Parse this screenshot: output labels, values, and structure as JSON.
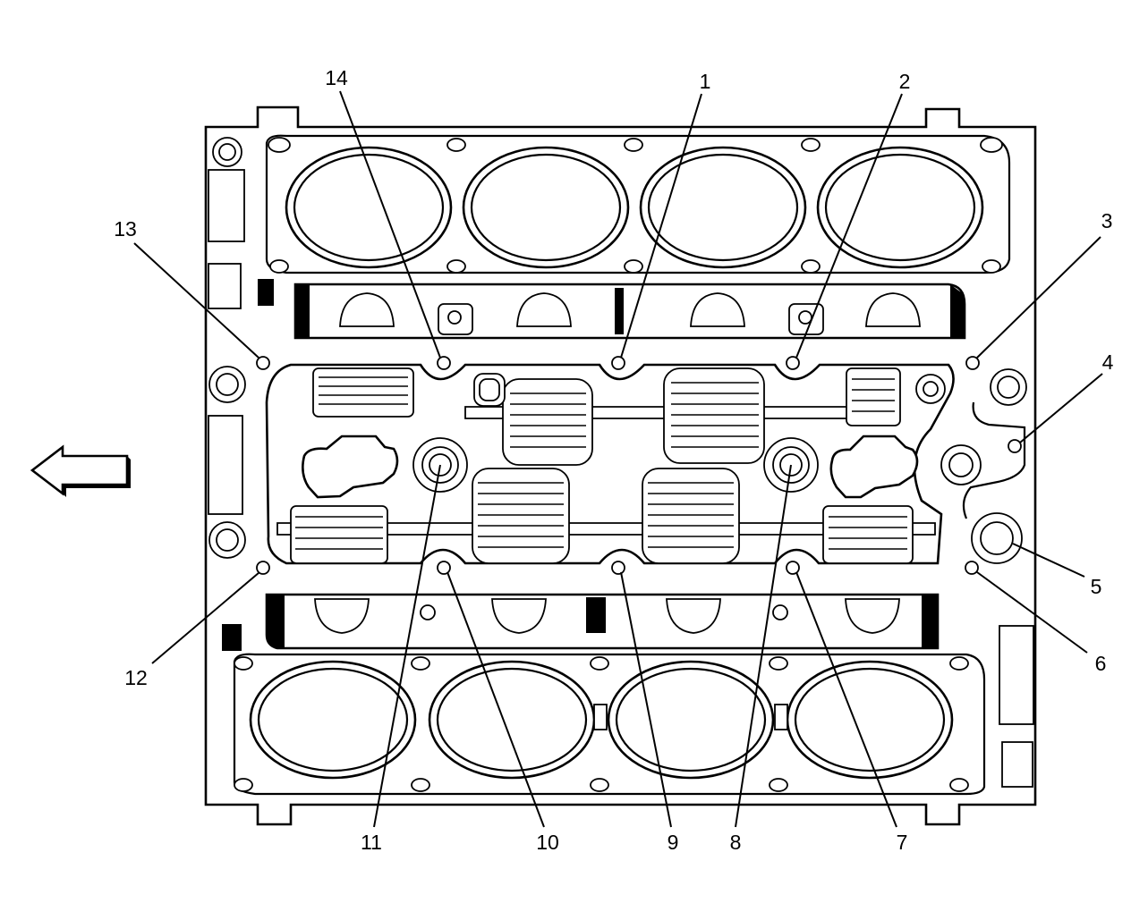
{
  "diagram": {
    "callouts": [
      {
        "id": "1",
        "text": "1"
      },
      {
        "id": "2",
        "text": "2"
      },
      {
        "id": "3",
        "text": "3"
      },
      {
        "id": "4",
        "text": "4"
      },
      {
        "id": "5",
        "text": "5"
      },
      {
        "id": "6",
        "text": "6"
      },
      {
        "id": "7",
        "text": "7"
      },
      {
        "id": "8",
        "text": "8"
      },
      {
        "id": "9",
        "text": "9"
      },
      {
        "id": "10",
        "text": "10"
      },
      {
        "id": "11",
        "text": "11"
      },
      {
        "id": "12",
        "text": "12"
      },
      {
        "id": "13",
        "text": "13"
      },
      {
        "id": "14",
        "text": "14"
      }
    ],
    "colors": {
      "line": "#000000",
      "background": "#ffffff"
    },
    "icons": [
      "direction-arrow-left-icon"
    ]
  }
}
